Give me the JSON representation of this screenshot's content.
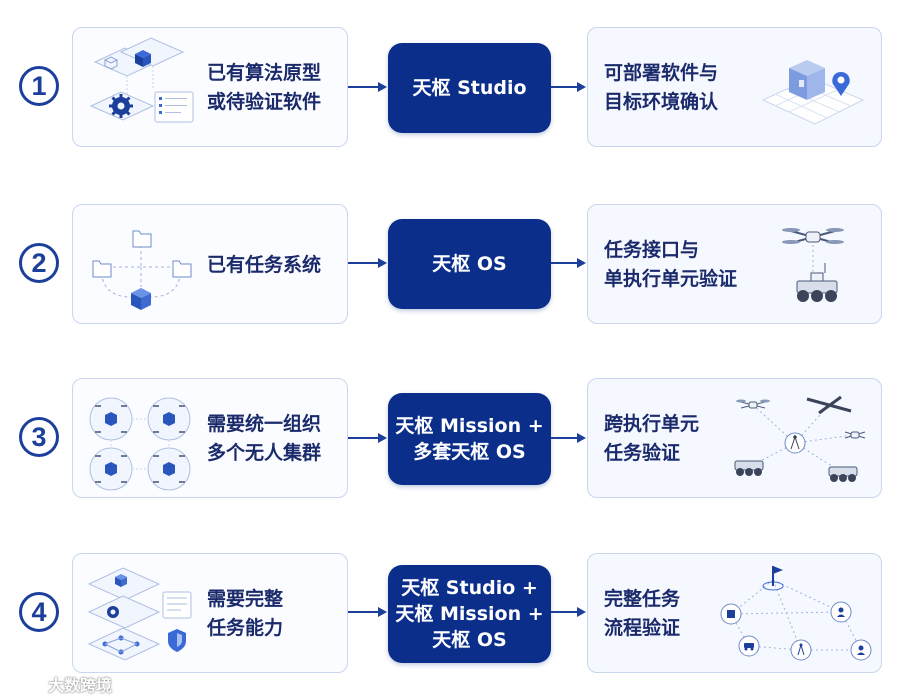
{
  "rows": [
    {
      "number": "1",
      "left_lines": [
        "已有算法原型",
        "或待验证软件"
      ],
      "center_lines": [
        "天枢 Studio"
      ],
      "right_lines": [
        "可部署软件与",
        "目标环境确认"
      ]
    },
    {
      "number": "2",
      "left_lines": [
        "已有任务系统"
      ],
      "center_lines": [
        "天枢 OS"
      ],
      "right_lines": [
        "任务接口与",
        "单执行单元验证"
      ]
    },
    {
      "number": "3",
      "left_lines": [
        "需要统一组织",
        "多个无人集群"
      ],
      "center_lines": [
        "天枢 Mission +",
        "多套天枢 OS"
      ],
      "right_lines": [
        "跨执行单元",
        "任务验证"
      ]
    },
    {
      "number": "4",
      "left_lines": [
        "需要完整",
        "任务能力"
      ],
      "center_lines": [
        "天枢 Studio +",
        "天枢 Mission +",
        "天枢 OS"
      ],
      "right_lines": [
        "完整任务",
        "流程验证"
      ]
    }
  ],
  "watermark": "大数跨境",
  "colors": {
    "primary": "#0a2e8a",
    "accent": "#1d3f9c",
    "card_border": "#c9d6ee",
    "text": "#1b2a6b"
  }
}
